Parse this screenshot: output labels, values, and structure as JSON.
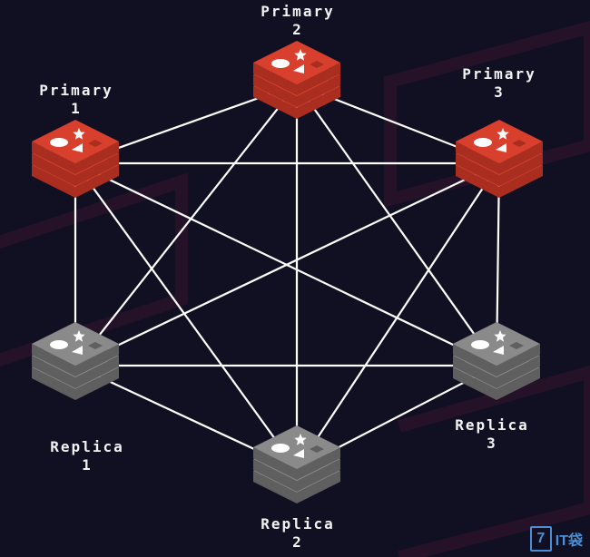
{
  "colors": {
    "background": "#110f22",
    "primary": "#d8402d",
    "primary_dark": "#a92e20",
    "replica": "#8a8a8a",
    "replica_dark": "#5f5f5f",
    "link": "#ffffff",
    "label": "#f2f2f2"
  },
  "nodes": [
    {
      "id": "primary-1",
      "role": "primary",
      "name": "Primary",
      "number": "1"
    },
    {
      "id": "primary-2",
      "role": "primary",
      "name": "Primary",
      "number": "2"
    },
    {
      "id": "primary-3",
      "role": "primary",
      "name": "Primary",
      "number": "3"
    },
    {
      "id": "replica-1",
      "role": "replica",
      "name": "Replica",
      "number": "1"
    },
    {
      "id": "replica-2",
      "role": "replica",
      "name": "Replica",
      "number": "2"
    },
    {
      "id": "replica-3",
      "role": "replica",
      "name": "Replica",
      "number": "3"
    }
  ],
  "edges": [
    [
      "primary-1",
      "primary-2"
    ],
    [
      "primary-1",
      "primary-3"
    ],
    [
      "primary-1",
      "replica-1"
    ],
    [
      "primary-1",
      "replica-2"
    ],
    [
      "primary-1",
      "replica-3"
    ],
    [
      "primary-2",
      "primary-3"
    ],
    [
      "primary-2",
      "replica-1"
    ],
    [
      "primary-2",
      "replica-2"
    ],
    [
      "primary-2",
      "replica-3"
    ],
    [
      "primary-3",
      "replica-1"
    ],
    [
      "primary-3",
      "replica-2"
    ],
    [
      "primary-3",
      "replica-3"
    ],
    [
      "replica-1",
      "replica-2"
    ],
    [
      "replica-1",
      "replica-3"
    ],
    [
      "replica-2",
      "replica-3"
    ]
  ],
  "watermark": {
    "icon": "IT-logo-icon",
    "text": "IT袋"
  }
}
